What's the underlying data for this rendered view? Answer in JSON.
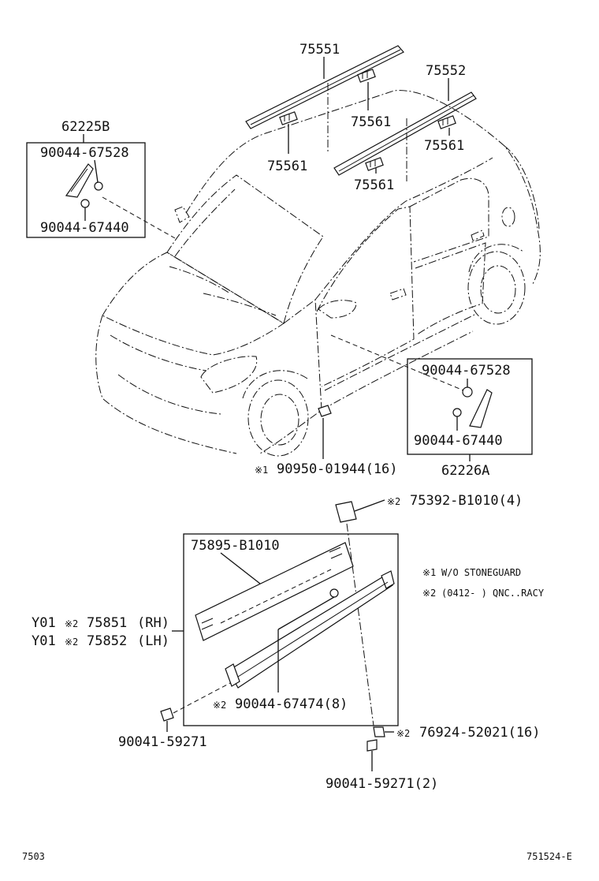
{
  "labels": {
    "rail_rh": "75551",
    "rail_lh": "75552",
    "rail_clip_1": "75561",
    "rail_clip_2": "75561",
    "rail_clip_3": "75561",
    "rail_clip_4": "75561",
    "mirror_cover_front": "62225B",
    "mirror_clip_front_a": "90044-67528",
    "mirror_clip_front_b": "90044-67440",
    "mirror_clip_rear_a": "90044-67528",
    "mirror_clip_rear_b": "90044-67440",
    "mirror_cover_rear": "62226A",
    "sill_clip": "90950-01944(16)",
    "rocker_clip": "75392-B1010(4)",
    "tape": "75895-B1010",
    "ref_rh": "Y01",
    "ref_lh": "Y01",
    "rocker_rh": "75851",
    "rocker_rh_side": "(RH)",
    "rocker_lh": "75852",
    "rocker_lh_side": "(LH)",
    "clip_8": "90044-67474(8)",
    "screw_left": "90041-59271",
    "nut": "76924-52021(16)",
    "screw_bottom": "90041-59271(2)"
  },
  "marks": {
    "note1": "※1",
    "note2": "※2"
  },
  "notes": {
    "note1_text": "W/O STONEGUARD",
    "note2_text": "(0412-    ) QNC..RACY"
  },
  "footer": {
    "left": "7503",
    "right": "751524-E"
  }
}
